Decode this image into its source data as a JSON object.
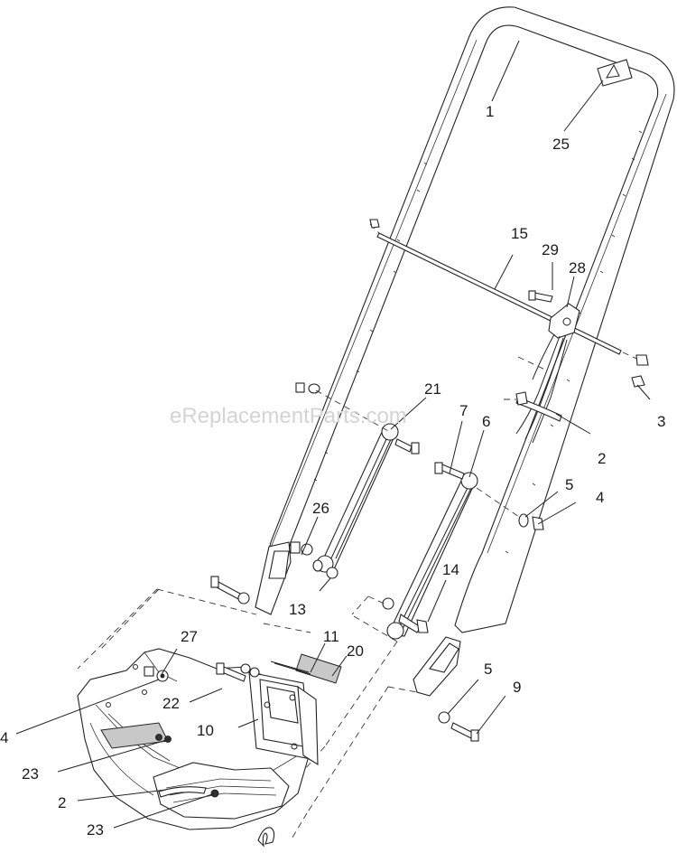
{
  "watermark": "eReplacementParts.com",
  "callouts": [
    "1",
    "25",
    "15",
    "29",
    "28",
    "3",
    "21",
    "7",
    "6",
    "2",
    "5",
    "4",
    "26",
    "13",
    "14",
    "27",
    "11",
    "20",
    "22",
    "10",
    "5",
    "9",
    "4",
    "23",
    "2",
    "23"
  ]
}
